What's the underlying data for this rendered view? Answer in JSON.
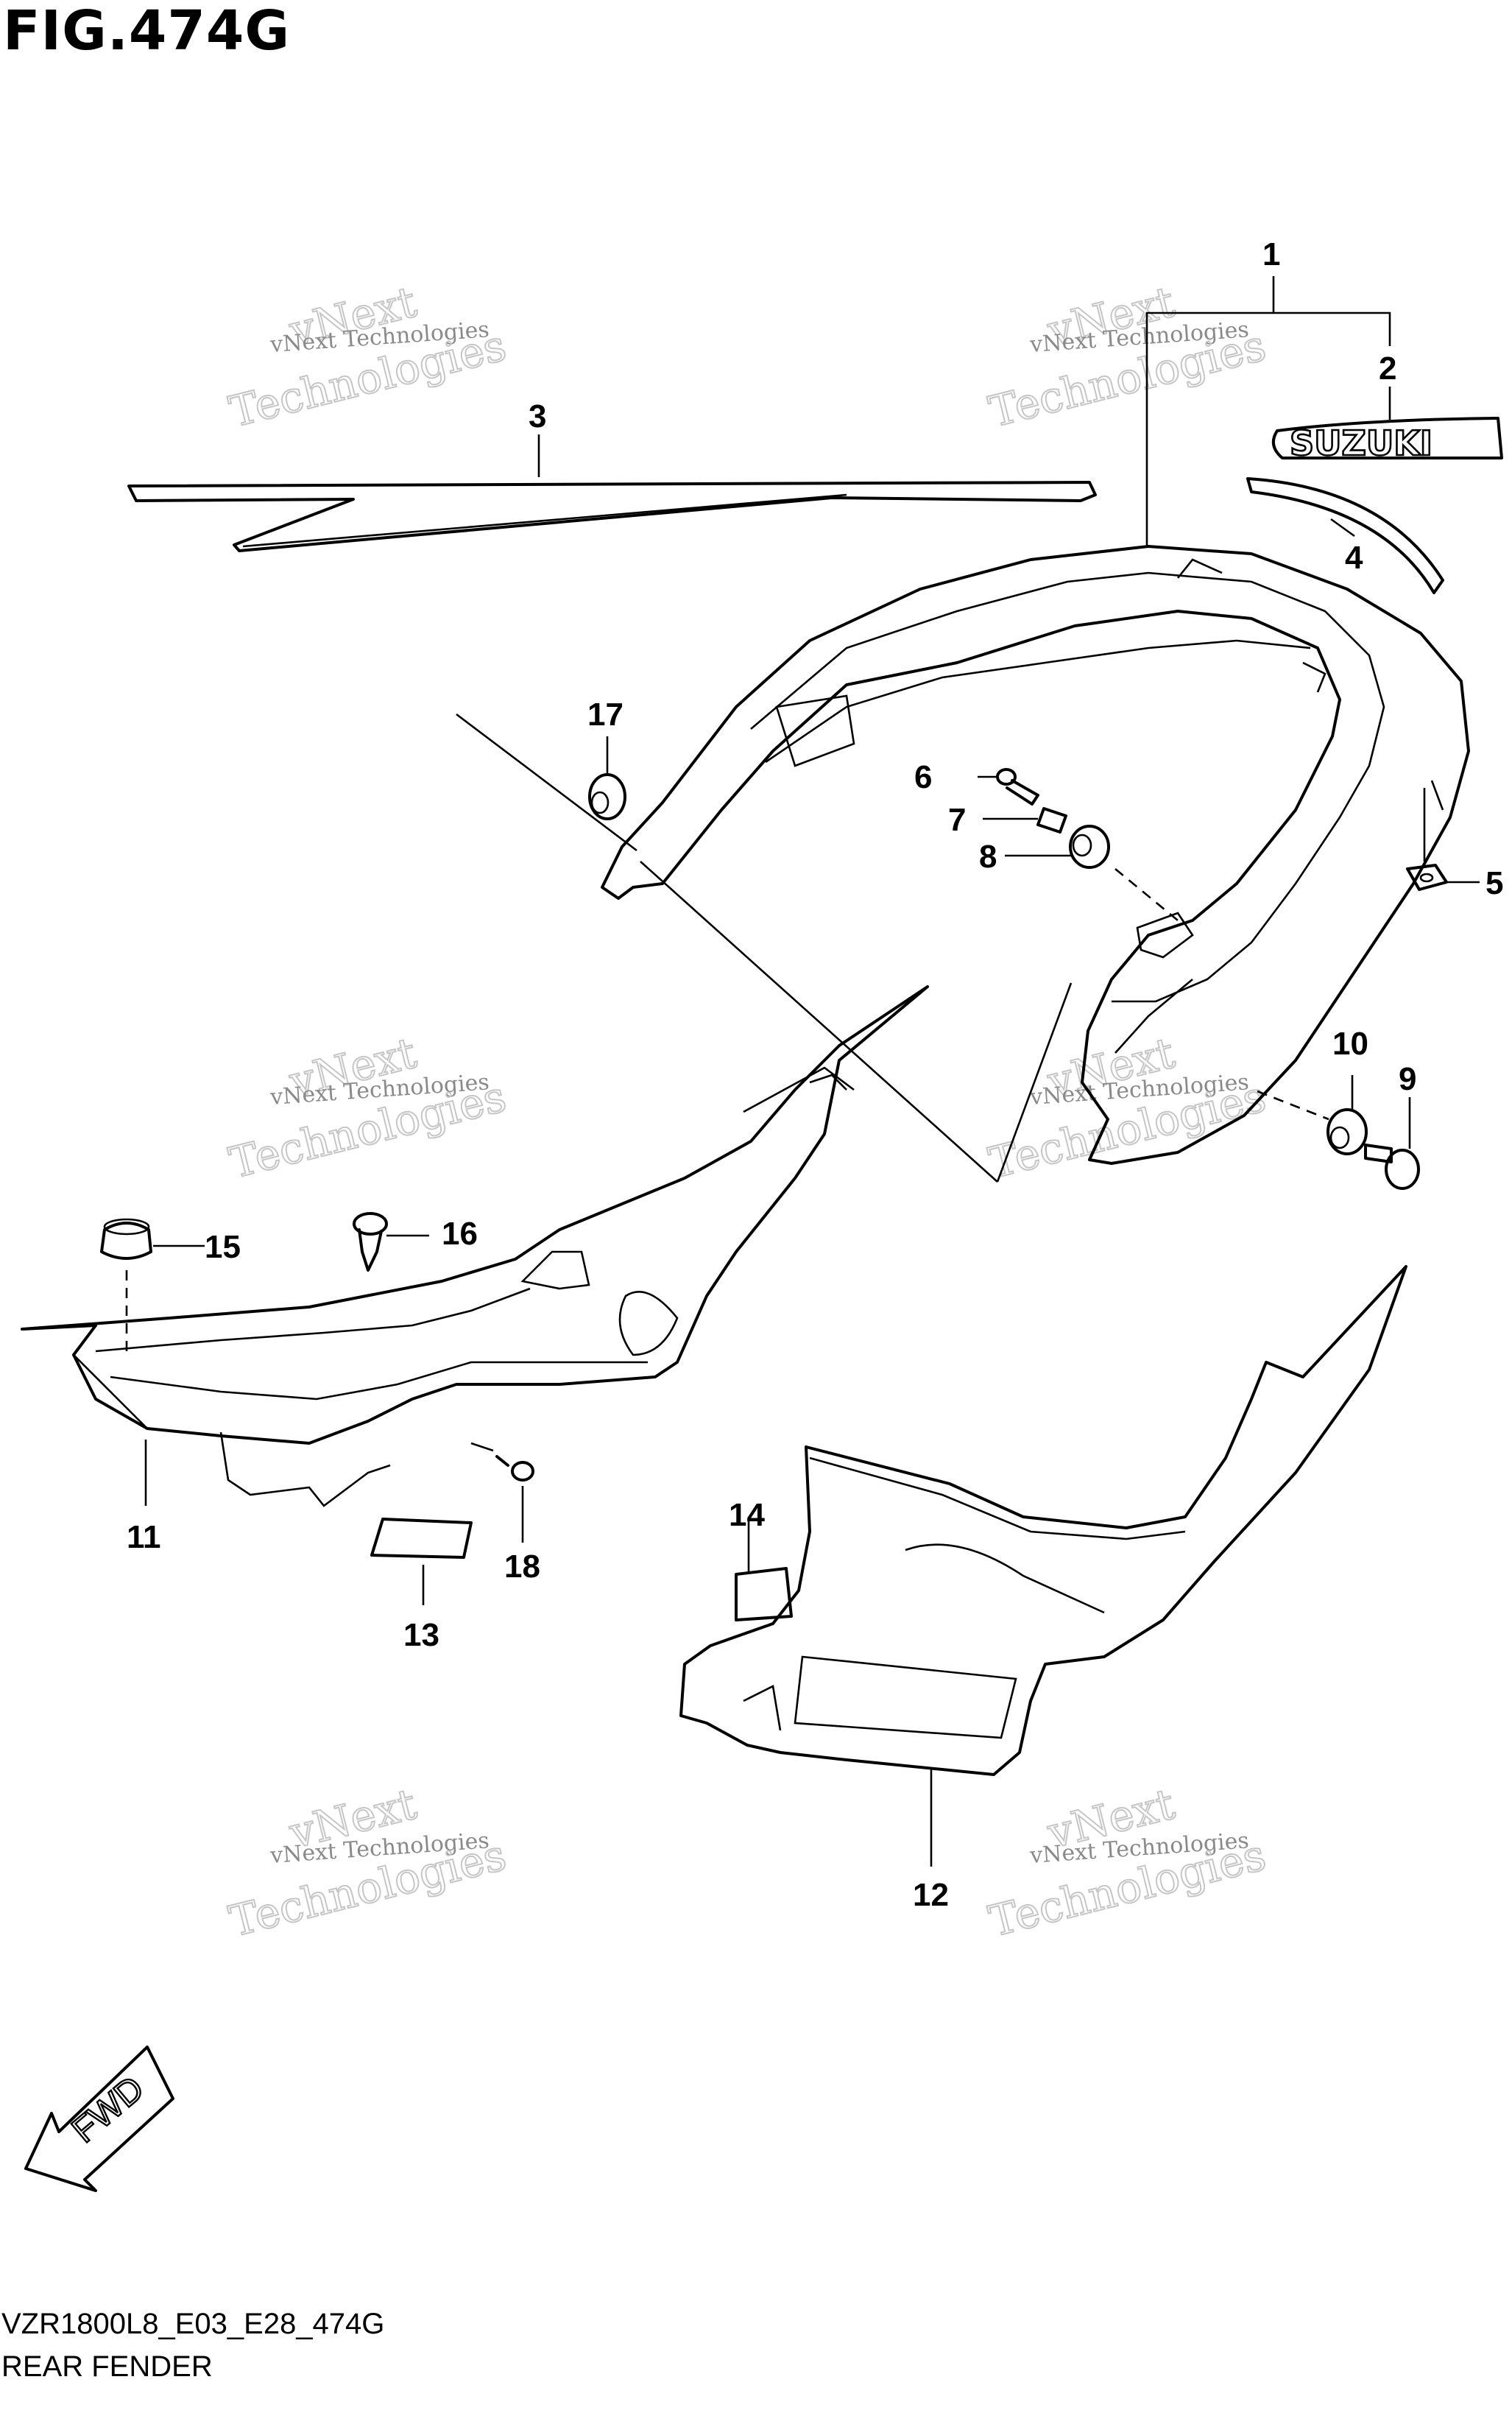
{
  "figure_title": "FIG.474G",
  "footer": {
    "model_code": "VZR1800L8_E03_E28_474G",
    "section_name": "REAR FENDER"
  },
  "emblem_text": "SUZUKI",
  "fwd_label": "FWD",
  "watermark": {
    "small": "vNext Technologies",
    "big": "Technologies",
    "top": "vNext"
  },
  "callouts": [
    "1",
    "2",
    "3",
    "4",
    "5",
    "6",
    "7",
    "8",
    "9",
    "10",
    "11",
    "12",
    "13",
    "14",
    "15",
    "16",
    "17",
    "18"
  ]
}
